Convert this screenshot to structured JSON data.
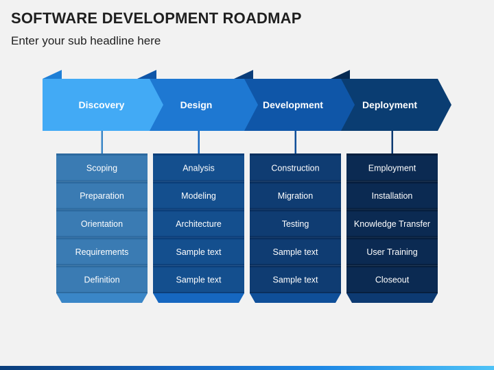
{
  "title": "SOFTWARE DEVELOPMENT ROADMAP",
  "subtitle": "Enter your sub headline here",
  "phases": [
    {
      "label": "Discovery",
      "colors": {
        "arrow": "#42aaf5",
        "fold": "#1e7fd6",
        "box_dark": "#2d6a9f",
        "box_light": "#3a7bb3",
        "foot": "#3a86c7"
      },
      "items": [
        "Scoping",
        "Preparation",
        "Orientation",
        "Requirements",
        "Definition"
      ]
    },
    {
      "label": "Design",
      "colors": {
        "arrow": "#1e78d2",
        "fold": "#0f56a8",
        "box_dark": "#0c3f7a",
        "box_light": "#144f8e",
        "foot": "#1667c0"
      },
      "items": [
        "Analysis",
        "Modeling",
        "Architecture",
        "Sample text",
        "Sample text"
      ]
    },
    {
      "label": "Development",
      "colors": {
        "arrow": "#0f56a8",
        "fold": "#0a3d7a",
        "box_dark": "#0a2f5e",
        "box_light": "#0f3c72",
        "foot": "#0f4f99"
      },
      "items": [
        "Construction",
        "Migration",
        "Testing",
        "Sample text",
        "Sample text"
      ]
    },
    {
      "label": "Deployment",
      "colors": {
        "arrow": "#0a3d72",
        "fold": "#062a52",
        "box_dark": "#071f3e",
        "box_light": "#0b2a52",
        "foot": "#0d3a72"
      },
      "items": [
        "Employment",
        "Installation",
        "Knowledge Transfer",
        "User Training",
        "Closeout"
      ]
    }
  ]
}
